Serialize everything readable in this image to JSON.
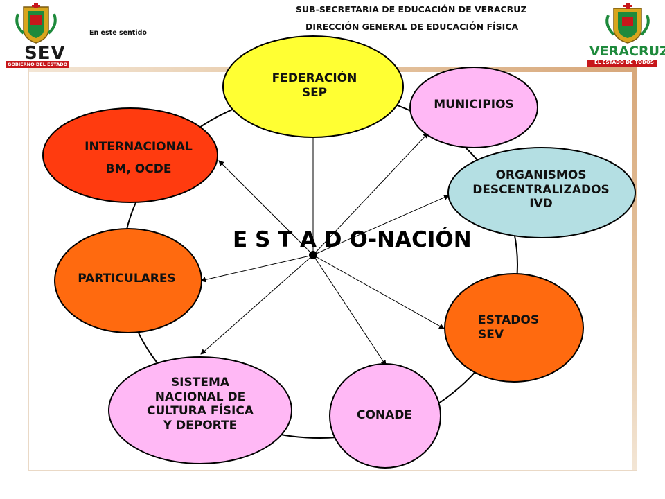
{
  "header": {
    "line1": "SUB-SECRETARIA DE EDUCACIÓN DE VERACRUZ",
    "line2": "DIRECCIÓN GENERAL DE EDUCACIÓN FÍSICA",
    "note": "En este sentido"
  },
  "logos": {
    "left_caption": "SEV",
    "left_sub": "GOBIERNO DEL ESTADO",
    "right_caption": "VERACRUZ",
    "right_sub": "EL ESTADO DE TODOS"
  },
  "diagram": {
    "center_title": "E S T A D O-NACIÓN",
    "nodes": {
      "federacion": "FEDERACIÓN\nSEP",
      "municipios": "MUNICIPIOS",
      "internacional": "INTERNACIONAL\nBM, OCDE",
      "organismos": "ORGANISMOS\nDESCENTRALIZADOS\nIVD",
      "particulares": "PARTICULARES",
      "estados": "ESTADOS\nSEV",
      "sistema": "SISTEMA\nNACIONAL DE\nCULTURA FÍSICA\nY DEPORTE",
      "conade": "CONADE"
    },
    "colors": {
      "federacion": "#ffff33",
      "municipios": "#ffb8f5",
      "internacional": "#ff3b0f",
      "organismos": "#b4dfe3",
      "particulares": "#ff6a0f",
      "estados": "#ff6a0f",
      "sistema": "#ffb8f5",
      "conade": "#ffb8f5",
      "ring": "#000000",
      "logo_green": "#1e8a3c",
      "logo_red": "#c7171b",
      "logo_gold": "#d8a51d"
    }
  }
}
